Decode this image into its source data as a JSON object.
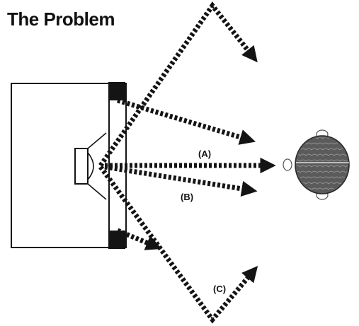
{
  "title": "The Problem",
  "labels": {
    "a": "(A)",
    "b": "(B)",
    "c": "(C)"
  },
  "colors": {
    "ink": "#141414",
    "head_fill": "#5b5b5b",
    "background": "#ffffff"
  }
}
